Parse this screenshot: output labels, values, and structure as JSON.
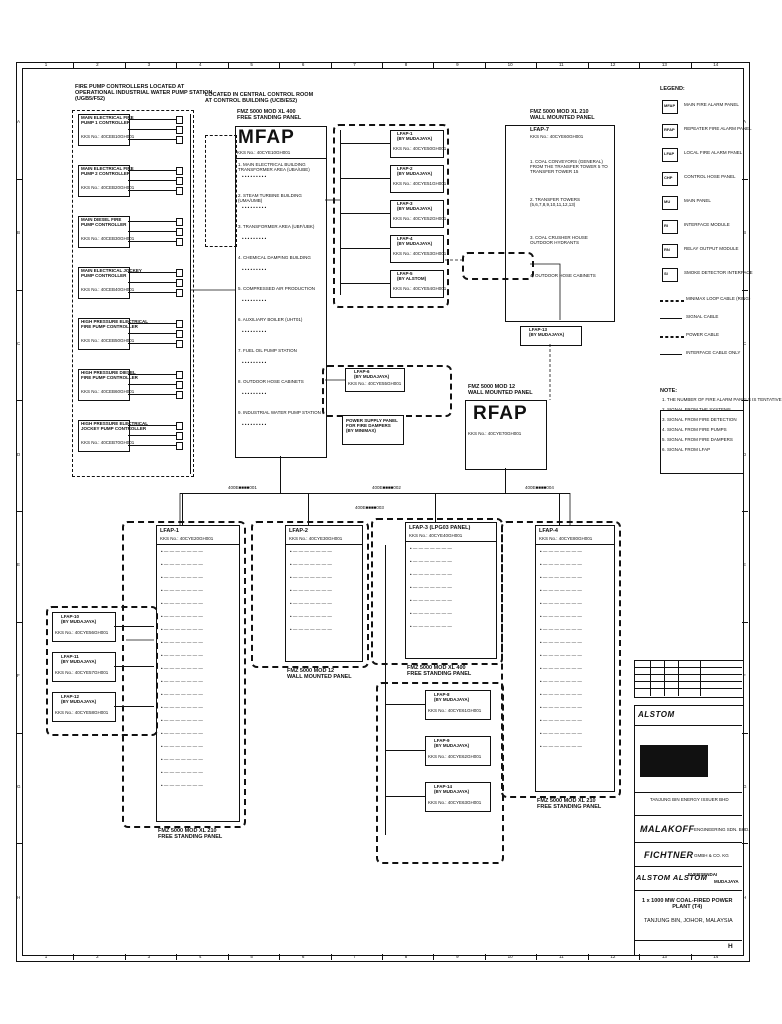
{
  "grid": {
    "cols": [
      "1",
      "2",
      "3",
      "4",
      "5",
      "6",
      "7",
      "8",
      "9",
      "10",
      "11",
      "12",
      "13",
      "14"
    ],
    "rows": [
      "A",
      "B",
      "C",
      "D",
      "E",
      "F",
      "G",
      "H"
    ]
  },
  "header_notes": {
    "fire_pump": "FIRE PUMP CONTROLLERS LOCATED AT\nOPERATIONAL INDUSTRIAL WATER PUMP STATION\n(UGB5/F52)",
    "control_room": "LOCATED IN CENTRAL CONTROL ROOM\nAT CONTROL BUILDING (UCB/E52)"
  },
  "pump_controllers": [
    {
      "name": "MAIN ELECTRICAL FIRE\nPUMP 1 CONTROLLER",
      "tag": "KKS No.: 40CEB10GH001"
    },
    {
      "name": "MAIN ELECTRICAL FIRE\nPUMP 2 CONTROLLER",
      "tag": "KKS No.: 40CEB20GH001"
    },
    {
      "name": "MAIN DIESEL FIRE\nPUMP CONTROLLER",
      "tag": "KKS No.: 40CEB30GH001"
    },
    {
      "name": "MAIN ELECTRICAL JOCKEY\nPUMP CONTROLLER",
      "tag": "KKS No.: 40CEB40GH001"
    },
    {
      "name": "HIGH PRESSURE ELECTRICAL\nFIRE PUMP CONTROLLER",
      "tag": "KKS No.: 40CEB50GH001"
    },
    {
      "name": "HIGH PRESSURE DIESEL\nFIRE PUMP CONTROLLER",
      "tag": "KKS No.: 40CEB60GH001"
    },
    {
      "name": "HIGH PRESSURE ELECTRICAL\nJOCKEY PUMP CONTROLLER",
      "tag": "KKS No.: 40CEB70GH001"
    }
  ],
  "mfap": {
    "title": "MFAP",
    "model": "FMZ 5000 MOD XL 400\nFREE STANDING PANEL",
    "tag": "KKS No.: 40CYE10GH001",
    "areas": [
      "1. MAIN ELECTRICAL BUILDING TRANSFORMER AREA (UBA/UBE)",
      "2. STEAM TURBINE BUILDING (UMA/UMB)",
      "3. TRANSFORMER AREA (UBF/UBK)",
      "4. CHEMICAL DAMPING BUILDING",
      "5. COMPRESSED AIR PRODUCTION",
      "6. AUXILIARY BOILER (UHT01)",
      "7. FUEL OIL PUMP STATION",
      "8. OUTDOOR HOSE CABINETS",
      "9. INDUSTRIAL WATER PUMP STATION"
    ]
  },
  "lfap_column": [
    {
      "name": "LFAP-1\n(BY MUDAJAYA)",
      "tag": "KKS No.: 40CYE50GH001"
    },
    {
      "name": "LFAP-2\n(BY MUDAJAYA)",
      "tag": "KKS No.: 40CYE51GH001"
    },
    {
      "name": "LFAP-3\n(BY MUDAJAYA)",
      "tag": "KKS No.: 40CYE52GH001"
    },
    {
      "name": "LFAP-4\n(BY MUDAJAYA)",
      "tag": "KKS No.: 40CYE53GH001"
    },
    {
      "name": "LFAP-5\n(BY ALSTOM)",
      "tag": "KKS No.: 40CYE54GH001"
    }
  ],
  "lfap6": {
    "name": "LFAP-6\n(BY MUDAJAYA)",
    "tag": "KKS No.: 40CYE55GH001"
  },
  "power_supply": "POWER SUPPLY PANEL\nFOR FIRE DAMPERS\n(BY MINIMAX)",
  "lfap7_top": {
    "model": "FMZ 5000 MOD XL 210\nWALL MOUNTED PANEL",
    "name": "LFAP-7",
    "tag": "KKS No.: 40CYE60GH001",
    "items": [
      "1. COAL CONVEYORS (GENERAL) FROM THE TRANSFER TOWER 5 TO TRANSFER TOWER 15",
      "2. TRANSFER TOWERS (5,6,7,8,9,10,11,12,13)",
      "3. COAL CRUSHER HOUSE OUTDOOR HYDRANTS",
      "4. OUTDOOR HOSE CABINETS"
    ],
    "bottom": "LFAP-13\n(BY MUDAJAYA)"
  },
  "rfap": {
    "model": "FMZ 5000 MOD 12\nWALL MOUNTED PANEL",
    "title": "RFAP",
    "tag": "KKS No.: 40CYE70GH001"
  },
  "bus_labels": [
    "400E■■■■001",
    "400E■■■■002",
    "400E■■■■003",
    "400E■■■■004"
  ],
  "lower_panels": [
    {
      "name": "LFAP-1",
      "tag": "KKS No.: 40CYE20GH001",
      "model": "FMZ 5000 MOD XL 210\nFREE STANDING PANEL"
    },
    {
      "name": "LFAP-2",
      "tag": "KKS No.: 40CYE30GH001",
      "model": "FMZ 5000 MOD 12\nWALL MOUNTED PANEL"
    },
    {
      "name": "LFAP-3 (LPG03 PANEL)",
      "tag": "KKS No.: 40CYE40GH001",
      "model": "FMZ 5000 MOD XL 400\nFREE STANDING PANEL"
    },
    {
      "name": "LFAP-4",
      "tag": "KKS No.: 40CYE80GH001",
      "model": "FMZ 5000 MOD XL 210\nFREE STANDING PANEL"
    }
  ],
  "side_lfaps": [
    {
      "name": "LFAP-10\n(BY MUDAJAYA)",
      "tag": "KKS No.: 40CYE56GH001"
    },
    {
      "name": "LFAP-11\n(BY MUDAJAYA)",
      "tag": "KKS No.: 40CYE57GH001"
    },
    {
      "name": "LFAP-12\n(BY MUDAJAYA)",
      "tag": "KKS No.: 40CYE58GH001"
    }
  ],
  "mid_lfaps": [
    {
      "name": "LFAP-8\n(BY MUDAJAYA)",
      "tag": "KKS No.: 40CYE61GH001"
    },
    {
      "name": "LFAP-9\n(BY MUDAJAYA)",
      "tag": "KKS No.: 40CYE62GH001"
    },
    {
      "name": "LFAP-14\n(BY MUDAJAYA)",
      "tag": "KKS No.: 40CYE63GH001"
    }
  ],
  "legend": {
    "title": "LEGEND:",
    "items": [
      {
        "sym": "MFAP",
        "text": "MAIN FIRE ALARM PANEL"
      },
      {
        "sym": "RFAP",
        "text": "REPEATER FIRE ALARM PANEL"
      },
      {
        "sym": "LFAP",
        "text": "LOCAL FIRE ALARM PANEL"
      },
      {
        "sym": "CHP",
        "text": "CONTROL HOSE PANEL"
      },
      {
        "sym": "MU",
        "text": "MAIN PANEL"
      },
      {
        "sym": "RI",
        "text": "INTERFACE MODULE"
      },
      {
        "sym": "RN",
        "text": "RELAY OUTPUT MODULE"
      },
      {
        "sym": "SI",
        "text": "SMOKE DETECTOR INTERFACE"
      }
    ],
    "lines": [
      "MINIMAX LOOP CABLE (RING)",
      "SIGNAL CABLE",
      "POWER CABLE",
      "INTERFACE CABLE ONLY"
    ]
  },
  "notes": {
    "title": "NOTE:",
    "items": [
      "1. THE NUMBER OF FIRE ALARM PANELS IS TENTATIVE",
      "2. SIGNAL FROM THE SYSTEMS",
      "3. SIGNAL FROM FIRE DETECTION",
      "4. SIGNAL FROM FIRE PUMPS",
      "5. SIGNAL FROM FIRE DAMPERS",
      "6. SIGNAL FROM LFAP"
    ]
  },
  "title_block": {
    "brand_alstom": "ALSTOM",
    "owner": "TANJUNG BIN ENERGY ISSUER BHD",
    "malakoff": "MALAKOFF",
    "malakoff_sub": "ENGINEERING SDN. BHD.",
    "fichtner": "FICHTNER",
    "fichtner_sub": "GMBH & CO. KG",
    "contractor_a": "ALSTOM ALSTOM",
    "contractor_b": "EVERSENDAI",
    "contractor_c": "MUDAJAYA",
    "project": "1 x 1000 MW COAL-FIRED POWER\nPLANT (T4)",
    "location": "TANJUNG BIN, JOHOR, MALAYSIA",
    "rev": "H"
  },
  "colors": {
    "ink": "#111111",
    "paper": "#ffffff"
  }
}
